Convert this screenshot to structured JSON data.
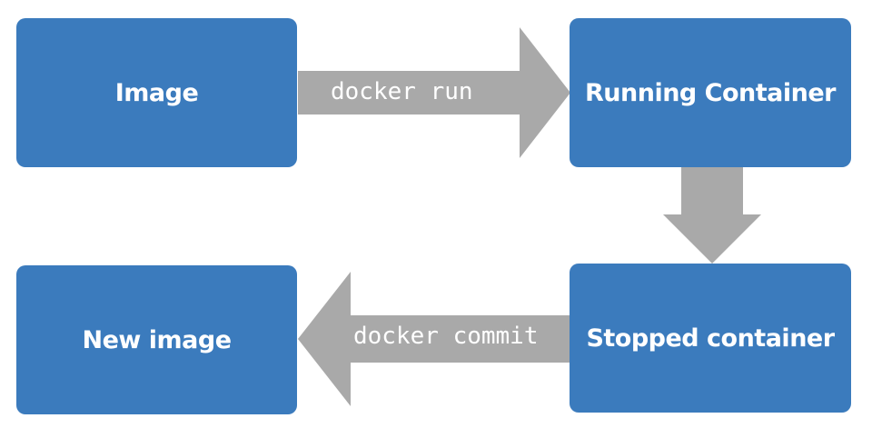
{
  "nodes": {
    "image": "Image",
    "running": "Running Container",
    "stopped": "Stopped container",
    "new_image": "New image"
  },
  "edges": {
    "run": "docker run",
    "commit": "docker commit"
  },
  "colors": {
    "box": "#3b7bbd",
    "arrow": "#a9a9a9",
    "text": "#ffffff"
  }
}
